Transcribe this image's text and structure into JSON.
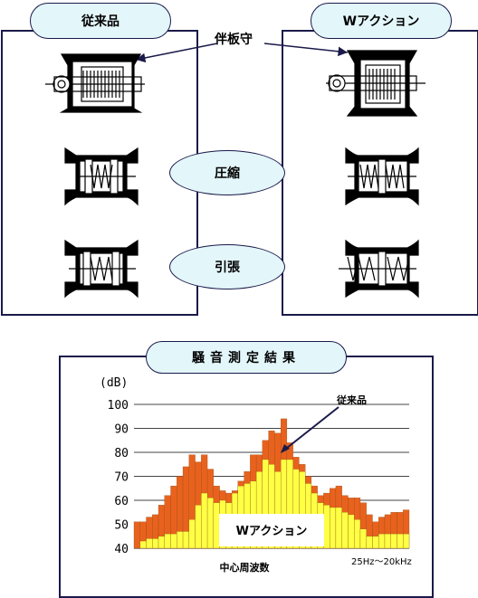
{
  "labels": {
    "conventional": "従来品",
    "w_action": "Wアクション",
    "guard_plate": "伴板守",
    "compression": "圧縮",
    "tension": "引張"
  },
  "chart_title": "騒音測定結果",
  "chart_data": {
    "type": "bar",
    "ylabel": "(dB)",
    "ylim": [
      40,
      100
    ],
    "yticks": [
      40,
      50,
      60,
      70,
      80,
      90,
      100
    ],
    "xlabel": "中心周波数",
    "x_range_note": "25Hz～20kHz",
    "grid": true,
    "annotations": [
      "従来品",
      "Wアクション"
    ],
    "series": [
      {
        "key": "conventional",
        "color": "#e8621e",
        "values": [
          51,
          51,
          53,
          54,
          58,
          62,
          66,
          70,
          74,
          79,
          76,
          79,
          73,
          66,
          64,
          63,
          64,
          68,
          72,
          79,
          79,
          85,
          89,
          88,
          94,
          84,
          78,
          75,
          70,
          66,
          62,
          63,
          65,
          66,
          62,
          61,
          61,
          59,
          54,
          51,
          53,
          54,
          55,
          55,
          56
        ]
      },
      {
        "key": "w_action",
        "color": "#ffff44",
        "values": [
          40,
          43,
          44,
          44,
          45,
          46,
          46,
          47,
          47,
          52,
          58,
          63,
          61,
          59,
          60,
          59,
          63,
          66,
          67,
          68,
          72,
          77,
          75,
          72,
          77,
          77,
          73,
          72,
          67,
          63,
          59,
          58,
          57,
          57,
          55,
          54,
          52,
          48,
          45,
          45,
          46,
          46,
          46,
          46,
          46
        ]
      }
    ]
  },
  "colors": {
    "panel_border": "#1a1a4a",
    "pill_fill": "#e3f6fa",
    "bar_conventional": "#e8621e",
    "bar_w_action": "#ffff44"
  }
}
